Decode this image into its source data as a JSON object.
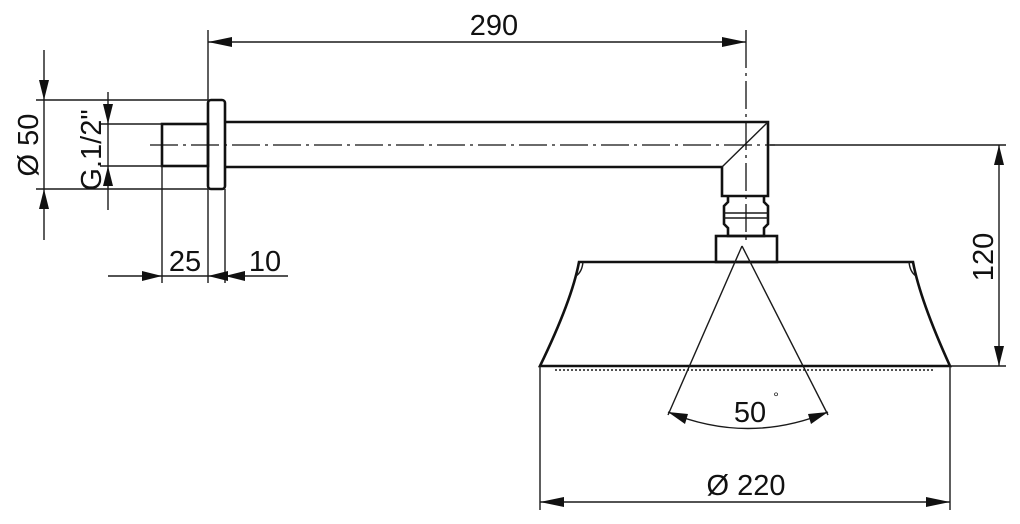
{
  "dimensions": {
    "arm_length": "290",
    "flange_diameter": "Ø 50",
    "thread": "G.1/2\"",
    "thread_length": "25",
    "flange_thickness": "10",
    "head_height": "120",
    "spray_angle": "50",
    "degree_symbol": "°",
    "head_diameter": "Ø 220"
  }
}
